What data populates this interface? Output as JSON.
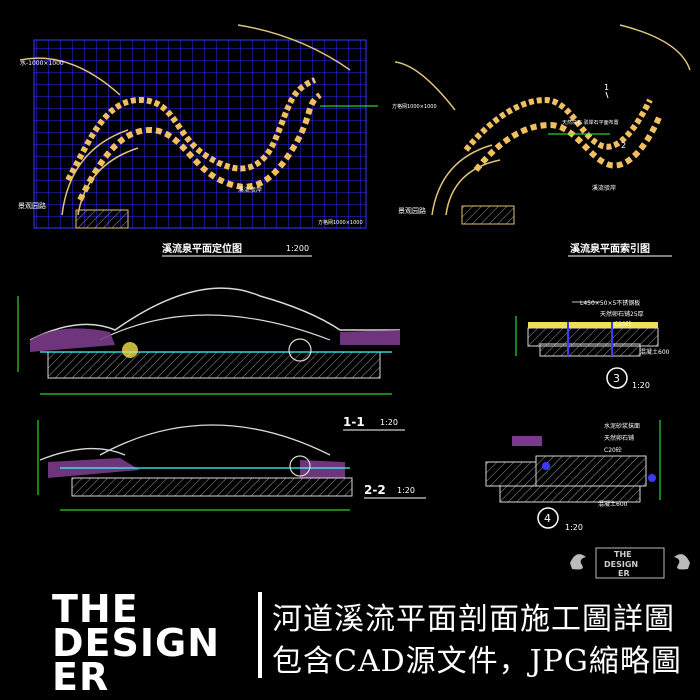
{
  "drawing": {
    "plan_left": {
      "title": "溪流泉平面定位图",
      "scale": "1:200",
      "grid_note": "方格网1000×1000",
      "label_left": "景观园路",
      "label_inner": "溪流驳岸",
      "corner_note": "水-1000×1000"
    },
    "plan_right": {
      "title": "溪流泉平面索引图",
      "grid_note": "方格网1000×1000",
      "label_left": "景观园路",
      "label_inner": "溪流驳岸",
      "note_mid": "天然块石 驳岸石平面布置",
      "index_1": "1",
      "index_2": "2"
    },
    "section_1": {
      "label": "1-1",
      "scale": "1:20"
    },
    "section_2": {
      "label": "2-2",
      "scale": "1:20"
    },
    "detail_3": {
      "num": "3",
      "scale": "1:20",
      "notes": [
        "L450×50×5不锈钢板",
        "天然卵石铺25厚",
        "C20砼",
        "混凝土600"
      ]
    },
    "detail_4": {
      "num": "4",
      "scale": "1:20",
      "notes": [
        "水泥砂浆抹面",
        "天然卵石铺",
        "C20砼",
        "混凝土600"
      ]
    }
  },
  "brand": {
    "logo_line1": "THE",
    "logo_line2": "DESIGN",
    "logo_line3": "ER",
    "seal_line1": "THE",
    "seal_line2": "DESIGN",
    "seal_line3": "ER",
    "title_line1": "河道溪流平面剖面施工圖詳圖",
    "title_line2": "包含CAD源文件，JPG縮略圖"
  }
}
